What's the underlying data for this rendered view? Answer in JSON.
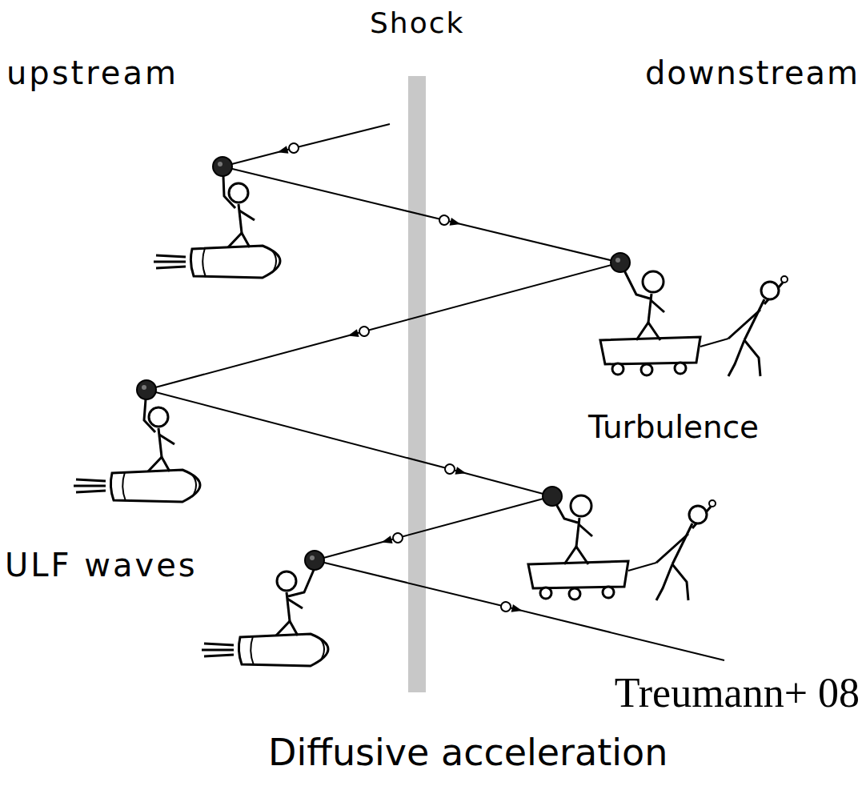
{
  "diagram": {
    "caption": "Diffusive acceleration",
    "labels": [
      "Shock",
      "upstream",
      "downstream",
      "Turbulence",
      "ULF waves",
      "Treumann+ 08"
    ]
  }
}
